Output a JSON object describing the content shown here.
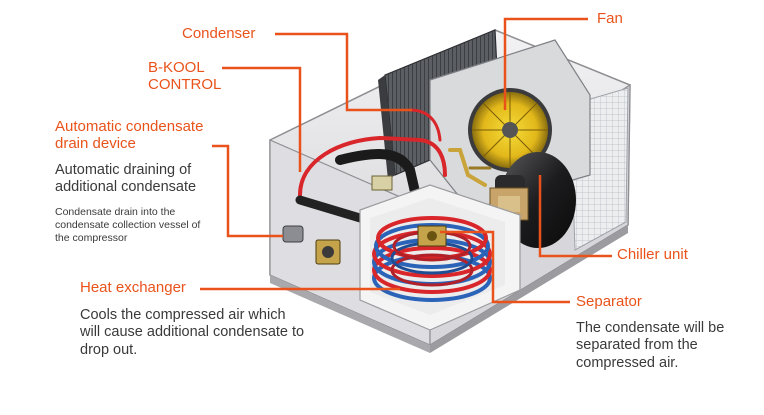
{
  "labels": {
    "condenser": "Condenser",
    "fan": "Fan",
    "bkool": "B-KOOL\nCONTROL",
    "auto_drain": "Automatic condensate\ndrain device",
    "auto_drain_desc": "Automatic draining of\nadditional condensate",
    "auto_drain_note": "Condensate drain into the\ncondensate collection vessel of\nthe compressor",
    "chiller": "Chiller unit",
    "heat_exchanger": "Heat exchanger",
    "heat_exchanger_desc": "Cools the compressed air  which\nwill cause additional condensate to\ndrop out.",
    "separator": "Separator",
    "separator_desc": "The condensate will be\nseparated from the\ncompressed air."
  },
  "colors": {
    "accent": "#e9531b",
    "text": "#3a3a3a",
    "casing": "#e4e4e6",
    "coil_red": "#d8262b",
    "coil_blue": "#2a63b8"
  }
}
